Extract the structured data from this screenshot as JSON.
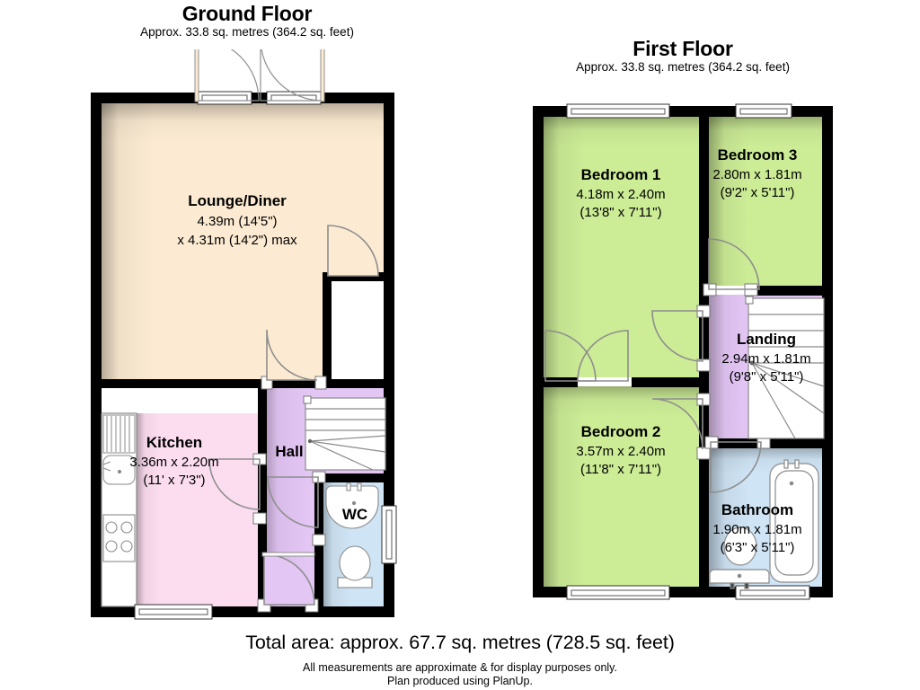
{
  "document": {
    "type": "floor-plan",
    "total_area_text": "Total area: approx. 67.7 sq. metres (728.5 sq. feet)",
    "disclaimer_line1": "All measurements are approximate & for display purposes only.",
    "disclaimer_line2": "Plan produced using PlanUp."
  },
  "colors": {
    "wall": "#000000",
    "lounge_fill": "#FCEBD2",
    "kitchen_fill": "#FCDDF0",
    "hall_fill": "#E4C6F5",
    "wc_fill": "#CFE4F5",
    "bedroom_fill": "#CCEC96",
    "landing_fill": "#E4C6F5",
    "bathroom_fill": "#CFE4F5",
    "white": "#FFFFFF",
    "text": "#000000"
  },
  "floors": [
    {
      "id": "ground-floor",
      "title": "Ground Floor",
      "subtitle": "Approx. 33.8 sq. metres (364.2 sq. feet)",
      "rooms": [
        {
          "id": "lounge-diner",
          "name": "Lounge/Diner",
          "dim_metric": "4.39m (14'5\")",
          "dim_metric_2": "x 4.31m (14'2\") max",
          "dim_imperial": ""
        },
        {
          "id": "kitchen",
          "name": "Kitchen",
          "dim_metric": "3.36m x 2.20m",
          "dim_imperial": "(11' x 7'3\")"
        },
        {
          "id": "hall",
          "name": "Hall",
          "dim_metric": "",
          "dim_imperial": ""
        },
        {
          "id": "wc",
          "name": "WC",
          "dim_metric": "",
          "dim_imperial": ""
        }
      ]
    },
    {
      "id": "first-floor",
      "title": "First Floor",
      "subtitle": "Approx. 33.8 sq. metres (364.2 sq. feet)",
      "rooms": [
        {
          "id": "bedroom-1",
          "name": "Bedroom 1",
          "dim_metric": "4.18m x 2.40m",
          "dim_imperial": "(13'8\" x 7'11\")"
        },
        {
          "id": "bedroom-3",
          "name": "Bedroom 3",
          "dim_metric": "2.80m x 1.81m",
          "dim_imperial": "(9'2\" x 5'11\")"
        },
        {
          "id": "landing",
          "name": "Landing",
          "dim_metric": "2.94m x 1.81m",
          "dim_imperial": "(9'8\" x 5'11\")"
        },
        {
          "id": "bedroom-2",
          "name": "Bedroom 2",
          "dim_metric": "3.57m x 2.40m",
          "dim_imperial": "(11'8\" x 7'11\")"
        },
        {
          "id": "bathroom",
          "name": "Bathroom",
          "dim_metric": "1.90m x 1.81m",
          "dim_imperial": "(6'3\" x 5'11\")"
        }
      ]
    }
  ],
  "fixtures": {
    "ground": [
      "kitchen-sink-icon",
      "kitchen-hob-icon",
      "kitchen-worktop-icon",
      "kitchen-drainer-icon",
      "wc-basin-icon",
      "wc-toilet-icon",
      "staircase-icon",
      "french-doors-icon",
      "window-icon",
      "door-swing-icon"
    ],
    "first": [
      "staircase-icon",
      "bath-icon",
      "bathroom-toilet-icon",
      "bathroom-basin-icon",
      "window-icon",
      "door-swing-icon"
    ]
  }
}
